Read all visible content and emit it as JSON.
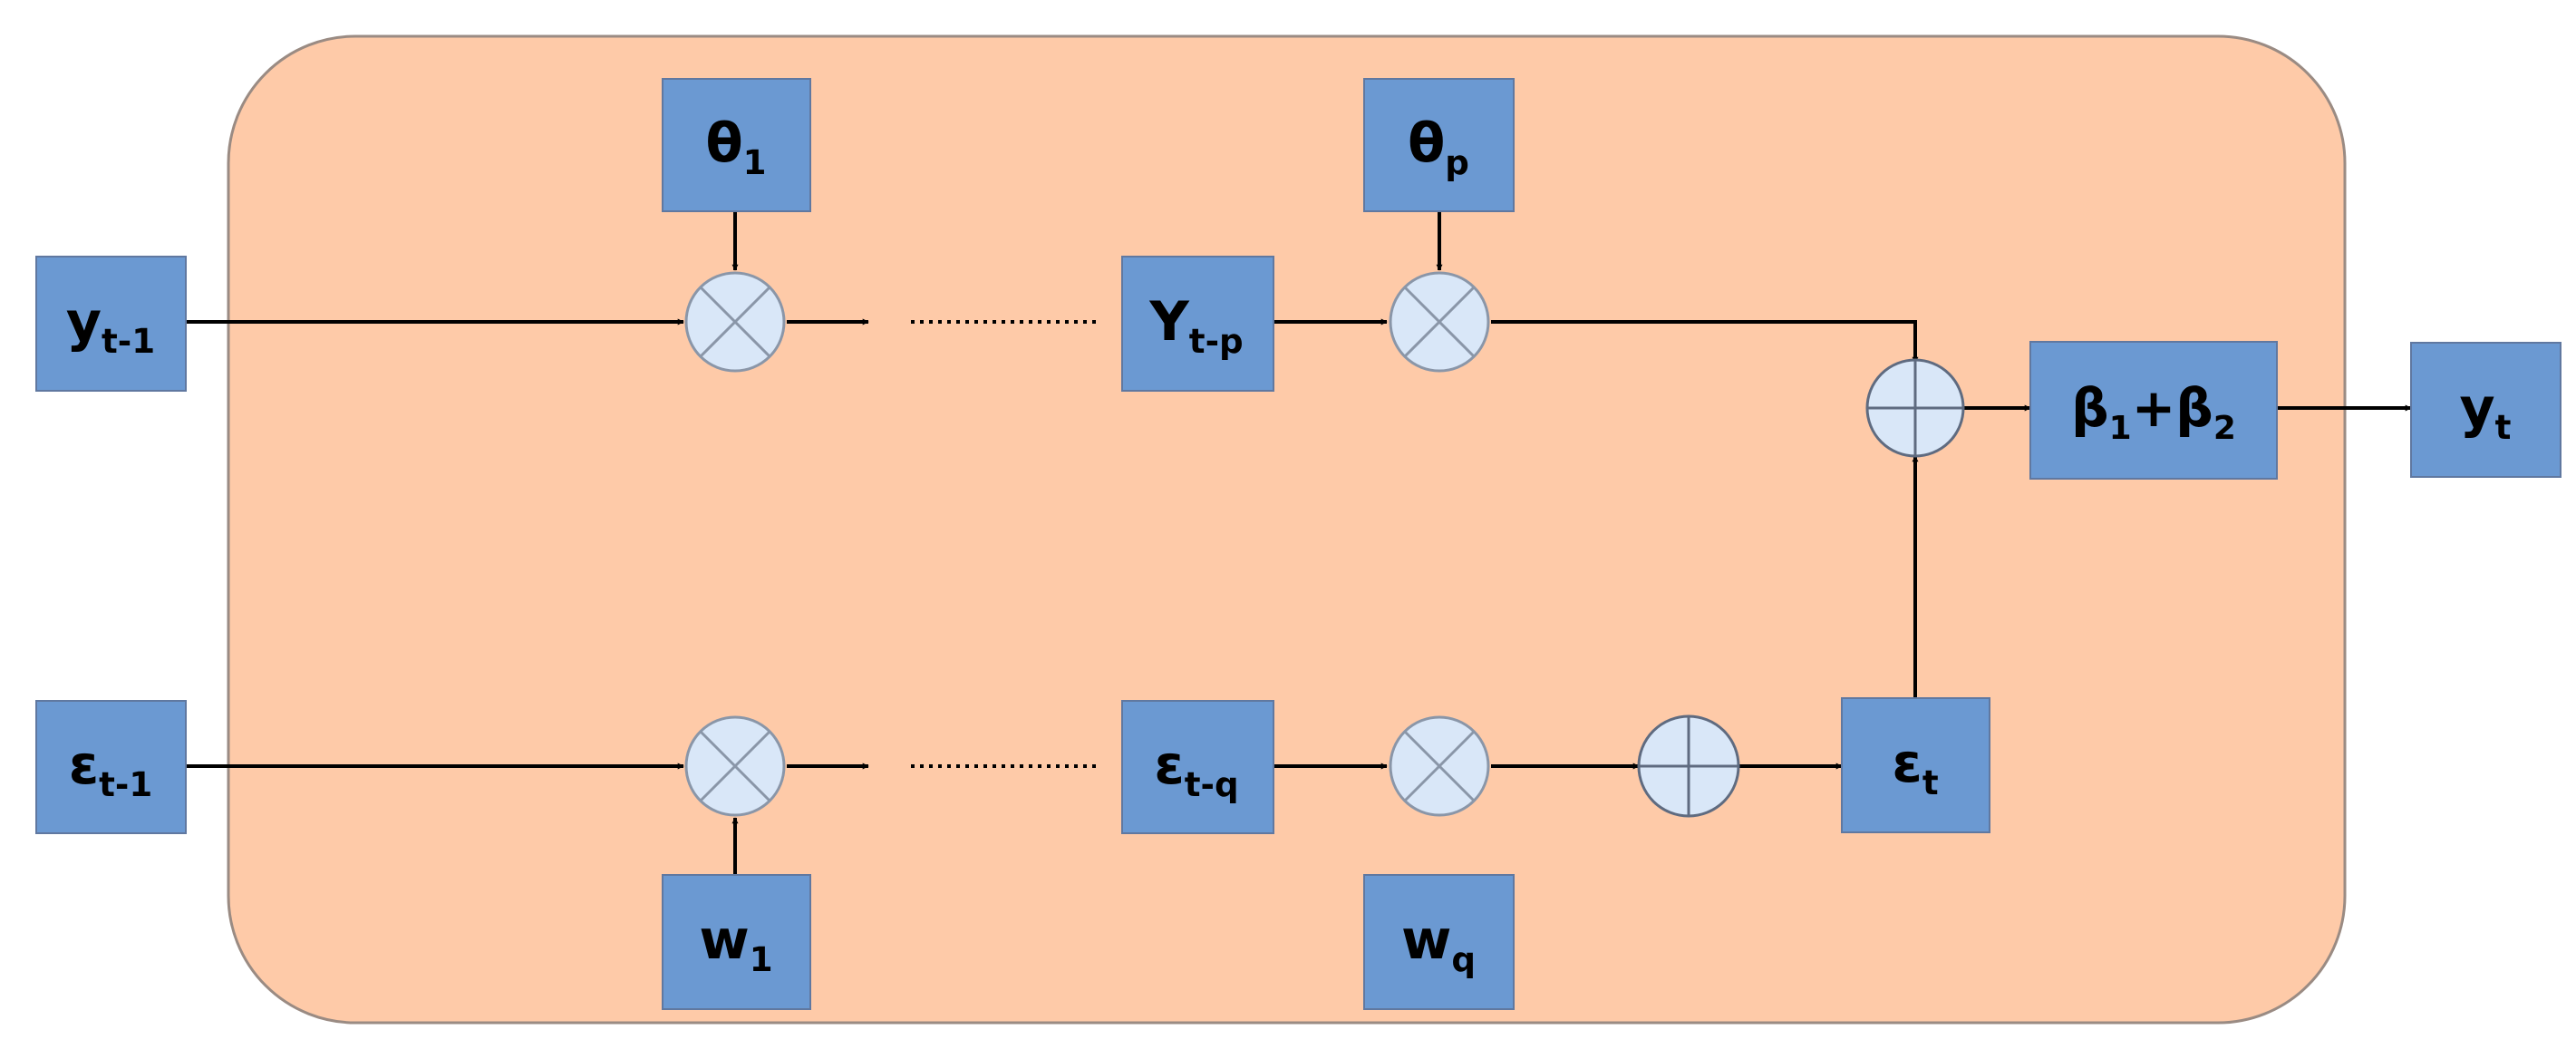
{
  "colors": {
    "background_panel": "#fecaa8",
    "panel_border": "#9a8b83",
    "box_fill": "#6b99d2",
    "box_border": "#6078a0",
    "operator_fill": "#d9e7f8",
    "operator_border": "#8a96a8",
    "wire": "#000000"
  },
  "nodes": {
    "y_t_minus_1": {
      "main": "y",
      "sub": "t-1"
    },
    "theta_1": {
      "main": "θ",
      "sub": "1"
    },
    "y_t_minus_p": {
      "main": "Y",
      "sub": "t-p"
    },
    "theta_p": {
      "main": "θ",
      "sub": "p"
    },
    "beta_sum": {
      "a": "β",
      "a_sub": "1",
      "plus": "+",
      "b": "β",
      "b_sub": "2"
    },
    "y_t": {
      "main": "y",
      "sub": "t"
    },
    "eps_t_minus_1": {
      "main": "ε",
      "sub": "t-1"
    },
    "eps_t_minus_q": {
      "main": "ε",
      "sub": "t-q"
    },
    "eps_t": {
      "main": "ε",
      "sub": "t"
    },
    "w_1": {
      "main": "w",
      "sub": "1"
    },
    "w_q": {
      "main": "w",
      "sub": "q"
    }
  },
  "operators": {
    "multiply_top_1": "multiply",
    "multiply_top_p": "multiply",
    "multiply_bottom_1": "multiply",
    "multiply_bottom_q": "multiply",
    "add_bottom": "add",
    "add_right": "add"
  }
}
